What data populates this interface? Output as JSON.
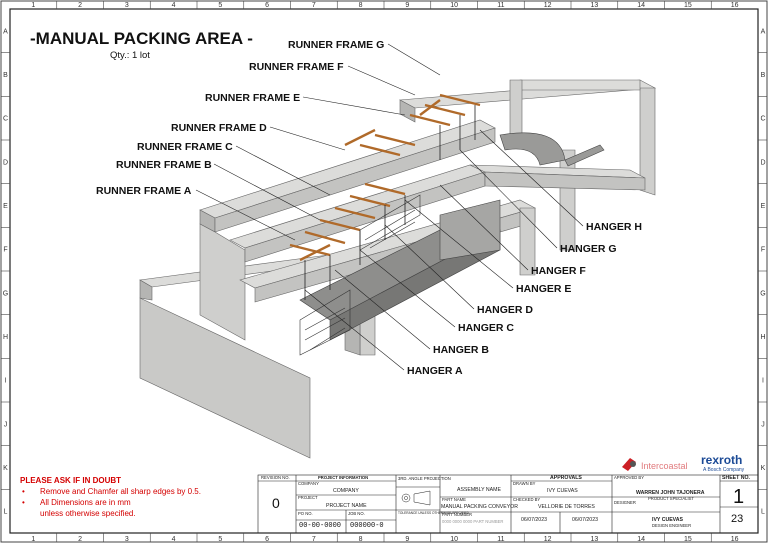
{
  "title": "-MANUAL PACKING AREA -",
  "qty": "Qty.: 1 lot",
  "zones_top": [
    "1",
    "2",
    "3",
    "4",
    "5",
    "6",
    "7",
    "8",
    "9",
    "10",
    "11",
    "12",
    "13",
    "14",
    "15",
    "16"
  ],
  "zones_side": [
    "A",
    "B",
    "C",
    "D",
    "E",
    "F",
    "G",
    "H",
    "I",
    "J",
    "K",
    "L"
  ],
  "runner_frames": [
    "RUNNER FRAME G",
    "RUNNER FRAME F",
    "RUNNER FRAME E",
    "RUNNER FRAME D",
    "RUNNER FRAME C",
    "RUNNER FRAME B",
    "RUNNER FRAME A"
  ],
  "hangers": [
    "HANGER H",
    "HANGER G",
    "HANGER F",
    "HANGER E",
    "HANGER D",
    "HANGER C",
    "HANGER B",
    "HANGER A"
  ],
  "notes": {
    "heading": "PLEASE ASK IF IN DOUBT",
    "items": [
      "Remove and Chamfer all sharp edges by 0.5.",
      "All Dimensions are in mm",
      "unless otherwise specified."
    ]
  },
  "title_block": {
    "revision_label": "REVISION NO.",
    "revision": "0",
    "project_info_label": "PROJECT INFORMATION",
    "company_label": "COMPANY",
    "company": "COMPANY",
    "project_label": "PROJECT",
    "project_name": "PROJECT NAME",
    "po_label": "PO NO.",
    "po_no": "00-00-0000",
    "job_label": "JOB NO.",
    "job_no": "000000-0",
    "projection": "3RD. ANGLE PROJECTION",
    "tolerance": "TOLERANCE UNLESS OTHERWISE SPECIFIED",
    "assembly_label": "ASSEMBLY NAME",
    "part_label": "PART NAME",
    "part_name": "MANUAL PACKING CONVEYOR",
    "part_no_label": "PART NUMBER",
    "part_no": "0000 0000 0000 PART NUMBER",
    "approvals": "APPROVALS",
    "drawn_label": "DRAWN BY",
    "drawn_by": "IVY CUEVAS",
    "checked_label": "CHECKED BY",
    "checked_by": "VELLORIE DE TORRES",
    "date1": "06/07/2023",
    "date2": "06/07/2023",
    "approved_label": "APPROVED BY",
    "approved_by": "WARREN JOHN TAJONERA",
    "approved_role": "PRODUCT SPECIALIST",
    "designer_label": "DESIGNER",
    "designer": "IVY CUEVAS",
    "designer_role": "DESIGN ENGINEER",
    "sheet_label": "SHEET NO.",
    "sheet_no": "1",
    "sheet_total": "23",
    "brand1": "Intercoastal",
    "brand2": "rexroth",
    "brand2_sub": "A Bosch Company"
  },
  "colors": {
    "frame": "#d4d4d2",
    "frame_dark": "#a9a9a7",
    "frame_side": "#bebebd",
    "beam": "#b06a2a",
    "notes": "#d40000",
    "logo_red": "#cc1f25",
    "rexroth_blue": "#1b4a96"
  }
}
